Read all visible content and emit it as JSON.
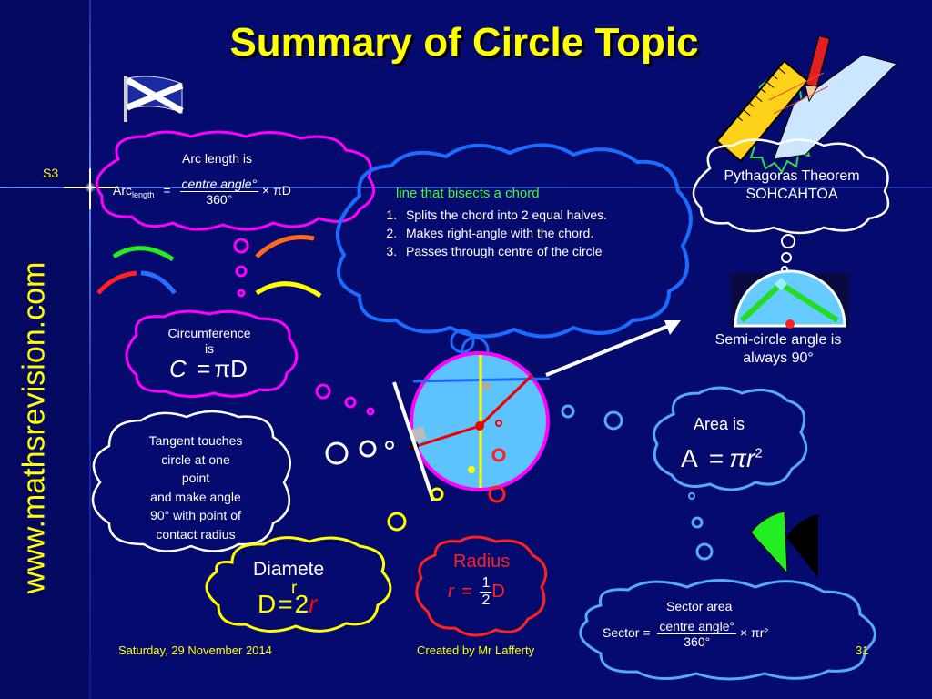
{
  "title": "Summary of Circle Topic",
  "website": "www.mathsrevision.com",
  "level": "S3",
  "arc": {
    "heading": "Arc length is",
    "lhs": "Arc",
    "sub": "length",
    "eq": "=",
    "numerator": "centre angle°",
    "denominator": "360°",
    "times": "× πD"
  },
  "bisect": {
    "heading": "line that bisects a chord",
    "items": [
      "Splits the chord into 2 equal halves.",
      "Makes right-angle with the chord.",
      "Passes through centre of the circle"
    ]
  },
  "pythagoras": {
    "line1": "Pythagoras Theorem",
    "line2": "SOHCAHTOA"
  },
  "semicircle": {
    "line1": "Semi-circle angle is",
    "line2": "always 90°"
  },
  "circumference": {
    "line1": "Circumference",
    "line2": "is",
    "formula_c": "C",
    "formula_eq": "=",
    "formula_rhs": "πD"
  },
  "area": {
    "heading": "Area is",
    "lhs": "A",
    "eq": "=",
    "rhs": "πr",
    "exp": "2"
  },
  "tangent": {
    "lines": [
      "Tangent touches",
      "circle at one",
      "point",
      "and make angle",
      "90° with point of",
      "contact radius"
    ]
  },
  "diameter": {
    "label": "Diamete",
    "label2": "r",
    "lhs": "D",
    "eq": "=",
    "two": "2",
    "r": "r"
  },
  "radius": {
    "label": "Radius",
    "lhs": "r",
    "eq": "=",
    "num": "1",
    "den": "2",
    "d": "D"
  },
  "sector": {
    "heading": "Sector area",
    "lhs": "Sector =",
    "numerator": "centre angle°",
    "denominator": "360°",
    "times": "× πr²"
  },
  "footer": {
    "date": "Saturday, 29 November 2014",
    "credit": "Created by Mr Lafferty",
    "page": "31"
  },
  "colors": {
    "background": "#050a6e",
    "title": "#ffff00",
    "bubble_magenta": "#ff00ff",
    "bubble_blue": "#1a6cff",
    "bubble_cyan": "#55a8ff",
    "bubble_yellow": "#ffff00",
    "bubble_red": "#ff0000",
    "circle_fill": "#5dc3ff"
  }
}
